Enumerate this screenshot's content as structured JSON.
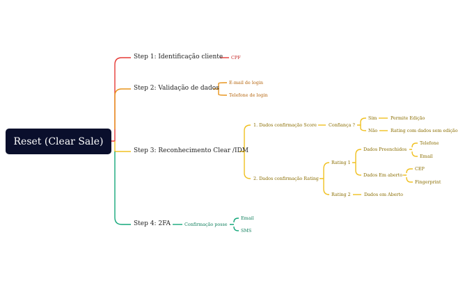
{
  "root": {
    "label": "Reset (Clear Sale)"
  },
  "colors": {
    "root_bg": "#0a0f2c",
    "step1": "#e53935",
    "step2": "#e8931a",
    "step3": "#f0c020",
    "step4": "#14a77a",
    "text_step1": "#c62828",
    "text_step2": "#b5650d",
    "text_step3": "#8a6d00",
    "text_step4": "#0f7f5c"
  },
  "step1": {
    "label": "Step 1: Identificação cliente",
    "cpf": "CPF"
  },
  "step2": {
    "label": "Step 2: Validação de dados",
    "email_login": "E-mail de login",
    "telefone_login": "Telefone de login"
  },
  "step3": {
    "label": "Step 3: Reconhecimento Clear /IDM",
    "score": {
      "label": "1. Dados confirmação Score",
      "confianca": "Confiança ?",
      "sim": "Sim",
      "sim_result": "Permite Edição",
      "nao": "Não",
      "nao_result": "Rating com dados sem edição"
    },
    "rating": {
      "label": "2. Dados confirmação Rating",
      "rating1": "Rating 1",
      "preenchidos": "Dados Preenchidos",
      "telefone": "Telefone",
      "email": "Email",
      "em_aberto": "Dados Em aberto",
      "cep": "CEP",
      "fingerprint": "Fingerprint",
      "rating2": "Rating 2",
      "rating2_result": "Dados em Aberto"
    }
  },
  "step4": {
    "label": "Step 4: 2FA",
    "confirmacao": "Confirmação posse",
    "email": "Email",
    "sms": "SMS"
  }
}
